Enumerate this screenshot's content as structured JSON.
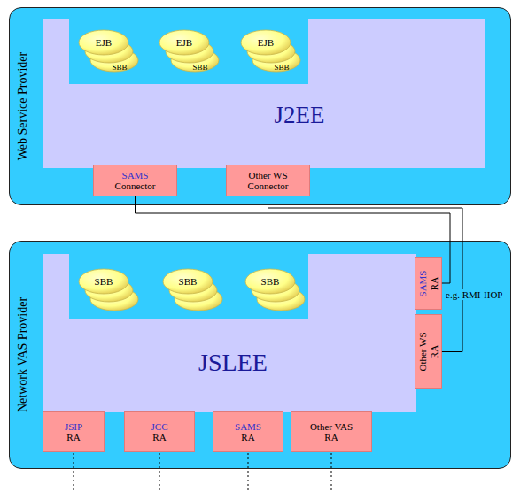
{
  "diagram": {
    "nodes": [
      {
        "text": [
          "Web Service Provider"
        ]
      },
      {
        "text": [
          "J2EE"
        ],
        "in": 0
      },
      {
        "text": [
          "EJB"
        ],
        "in": 1
      },
      {
        "text": [
          "EJB"
        ],
        "in": 1
      },
      {
        "text": [
          "EJB"
        ],
        "in": 1
      },
      {
        "text": [
          "SAMS",
          "Connector"
        ],
        "in": 0
      },
      {
        "text": [
          "Other WS",
          "Connector"
        ],
        "in": 0
      },
      {
        "text": [
          "Network VAS Provider"
        ]
      },
      {
        "text": [
          "JSLEE"
        ],
        "in": 7
      },
      {
        "text": [
          "SBB"
        ],
        "in": 8
      },
      {
        "text": [
          "SBB"
        ],
        "in": 8
      },
      {
        "text": [
          "SBB"
        ],
        "in": 8
      },
      {
        "text": [
          "SAMS",
          "RA"
        ],
        "in": 7
      },
      {
        "text": [
          "Other WS",
          "RA"
        ],
        "in": 7
      },
      {
        "text": [
          "JSIP",
          "RA"
        ],
        "in": 7
      },
      {
        "text": [
          "JCC",
          "RA"
        ],
        "in": 7
      },
      {
        "text": [
          "SAMS",
          "RA"
        ],
        "in": 7
      },
      {
        "text": [
          "Other VAS",
          "RA"
        ],
        "in": 7
      }
    ],
    "edges": [
      {
        "from": 5,
        "to": 12,
        "arrow": "none"
      },
      {
        "from": 6,
        "to": 13,
        "arrow": "none"
      }
    ],
    "labels": [
      "SBB",
      "SBB",
      "SBB",
      "e.g. RMI-IIOP"
    ]
  }
}
